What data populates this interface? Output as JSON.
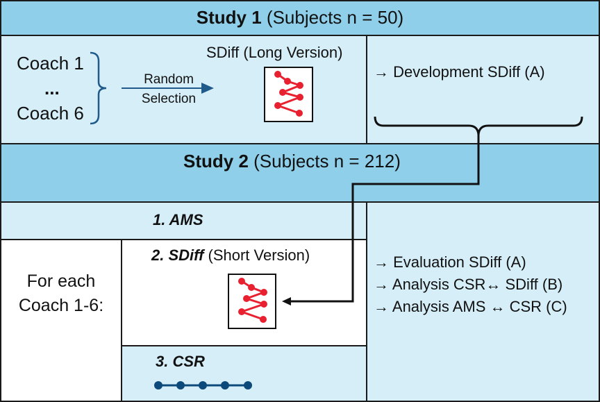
{
  "study1": {
    "title_bold": "Study 1",
    "title_rest": " (Subjects n = 50)",
    "coach_first": "Coach 1",
    "coach_ellipsis": "...",
    "coach_last": "Coach 6",
    "selection_line1": "Random",
    "selection_line2": "Selection",
    "sdiff_long_label": "SDiff (Long Version)",
    "outcome": "→ Development SDiff (A)"
  },
  "study2": {
    "title_bold": "Study 2",
    "title_rest": " (Subjects n = 212)",
    "for_each_line1": "For each",
    "for_each_line2": "Coach 1-6:",
    "step1": "1. AMS",
    "step2_bold": "2. SDiff",
    "step2_rest": " (Short Version)",
    "step3": "3. CSR",
    "outcomes": [
      "→ Evaluation SDiff (A)",
      "→ Analysis CSR↔ SDiff (B)",
      "→ Analysis AMS ↔ CSR (C)"
    ]
  },
  "colors": {
    "header": "#8fcfea",
    "panel": "#d6eef8",
    "icon_red": "#e8202f",
    "navy": "#1f5a8a",
    "csr_dots": "#0b4a7a"
  }
}
